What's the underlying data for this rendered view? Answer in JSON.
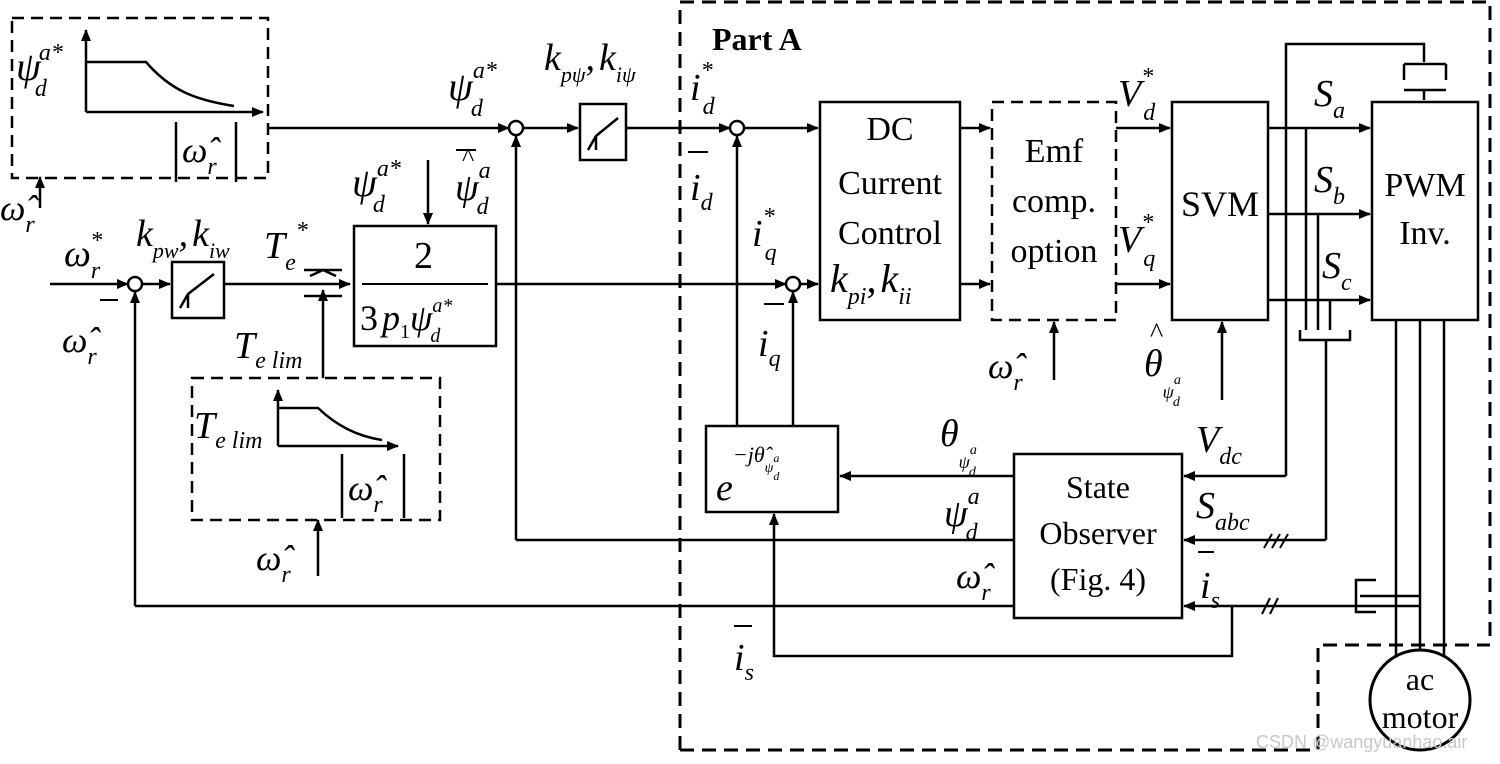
{
  "part_label": "Part A",
  "blocks": {
    "dc_current_control": [
      "DC",
      "Current",
      "Control"
    ],
    "emf": [
      "Emf",
      "comp.",
      "option"
    ],
    "svm": "SVM",
    "pwm": [
      "PWM",
      "Inv."
    ],
    "state_observer": [
      "State",
      "Observer",
      "(Fig. 4)"
    ],
    "ac_motor": [
      "ac",
      "motor"
    ],
    "torque_gain_num": "2"
  },
  "signals": {
    "psi": "ψ",
    "omega": "ω",
    "theta": "θ",
    "omega_r_hat": "ω̂",
    "sub_d": "d",
    "sub_q": "q",
    "sub_r": "r",
    "sub_s": "s",
    "sub_e": "e",
    "sub_a": "a",
    "sub_b": "b",
    "sub_c": "c",
    "sub_abc": "abc",
    "sub_dc": "dc",
    "sub_pw": "pw",
    "sub_iw": "iw",
    "sub_ppsi": "pψ",
    "sub_ipsi": "iψ",
    "sub_pi": "pi",
    "sub_ii": "ii",
    "sub_elim": "e lim",
    "sup_star": "*",
    "sup_astar": "a*",
    "sup_a": "a",
    "i": "i",
    "k": "k",
    "T": "T",
    "V": "V",
    "S": "S",
    "p1": "3",
    "p1_sym": "p",
    "p1_sub": "1",
    "minus": "−",
    "exp_e": "e",
    "exp_pow": "−jθ̂",
    "comma": ","
  },
  "watermark": "CSDN @wangyuanhao.air"
}
